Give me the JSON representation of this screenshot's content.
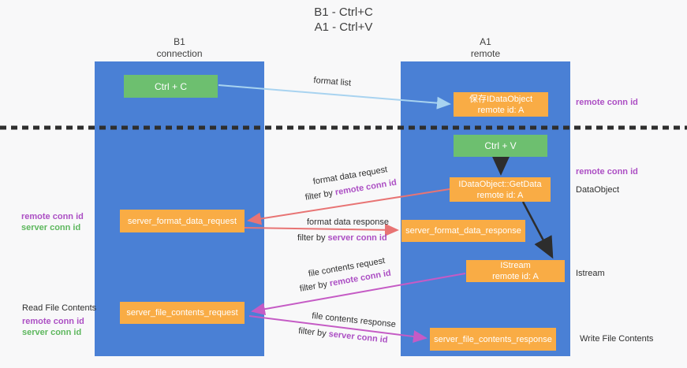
{
  "title": {
    "line1": "B1 - Ctrl+C",
    "line2": "A1 - Ctrl+V"
  },
  "columns": {
    "left": {
      "name": "B1",
      "subtitle": "connection"
    },
    "right": {
      "name": "A1",
      "subtitle": "remote"
    }
  },
  "boxes": {
    "ctrl_c": {
      "label": "Ctrl + C"
    },
    "save_dataobject": {
      "line1": "保存IDataObject",
      "line2": "remote id: A"
    },
    "ctrl_v": {
      "label": "Ctrl + V"
    },
    "getdata": {
      "line1": "IDataObject::GetData",
      "line2": "remote id: A"
    },
    "server_format_data_request": {
      "label": "server_format_data_request"
    },
    "server_format_data_response": {
      "label": "server_format_data_response"
    },
    "istream": {
      "line1": "IStream",
      "line2": "remote id: A"
    },
    "server_file_contents_request": {
      "label": "server_file_contents_request"
    },
    "server_file_contents_response": {
      "label": "server_file_contents_response"
    }
  },
  "arrows": {
    "format_list": {
      "label": "format list"
    },
    "format_data_request": {
      "label": "format data request",
      "filter_prefix": "filter by ",
      "filter_key": "remote conn id"
    },
    "format_data_response": {
      "label": "format data response",
      "filter_prefix": "filter by ",
      "filter_key": "server conn id"
    },
    "file_contents_request": {
      "label": "file contents request",
      "filter_prefix": "filter by ",
      "filter_key": "remote conn id"
    },
    "file_contents_response": {
      "label": "file contents response",
      "filter_prefix": "filter by ",
      "filter_key": "server conn id"
    }
  },
  "side_labels": {
    "right_remote_conn_id_top": "remote conn id",
    "right_remote_conn_id_mid": "remote conn id",
    "right_dataobject": "DataObject",
    "right_istream": "Istream",
    "right_write_file_contents": "Write File Contents",
    "left_remote_conn_id_top": "remote conn id",
    "left_server_conn_id_top": "server conn id",
    "left_read_file_contents": "Read File Contents",
    "left_remote_conn_id_bottom": "remote conn id",
    "left_server_conn_id_bottom": "server conn id"
  },
  "colors": {
    "background": "#f8f8f9",
    "column_blue": "#4a80d5",
    "box_orange": "#f9ac45",
    "box_green": "#6dbf6f",
    "arrow_light_blue": "#a8d3f0",
    "arrow_red": "#e87474",
    "arrow_magenta": "#c55bc5",
    "arrow_black": "#2d2d2d",
    "divider_dash": "#2e2e2e",
    "text_purple": "#ac4fc4",
    "text_green": "#5db75d"
  }
}
